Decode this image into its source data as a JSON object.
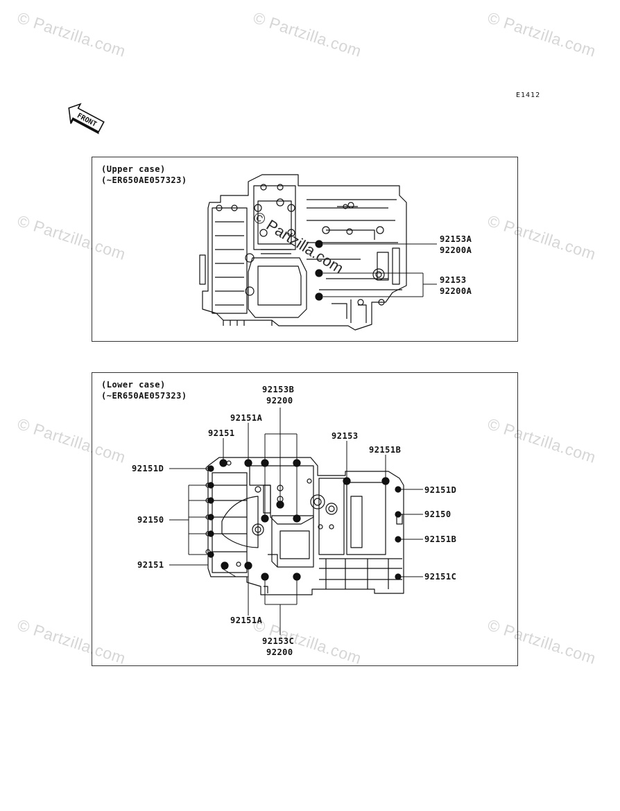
{
  "figure_code": "E1412",
  "front_arrow_label": "FRONT",
  "watermark": "© Partzilla.com",
  "upper": {
    "caption_line1": "(Upper case)",
    "caption_line2": "(~ER650AE057323)",
    "labels": [
      "92153A",
      "92200A",
      "92153",
      "92200A"
    ]
  },
  "lower": {
    "caption_line1": "(Lower case)",
    "caption_line2": "(~ER650AE057323)",
    "labels": [
      "92153B",
      "92200",
      "92151A",
      "92151",
      "92153",
      "92151B",
      "92151D",
      "92151D",
      "92150",
      "92150",
      "92151B",
      "92151",
      "92151C",
      "92151A",
      "92153C",
      "92200"
    ]
  }
}
